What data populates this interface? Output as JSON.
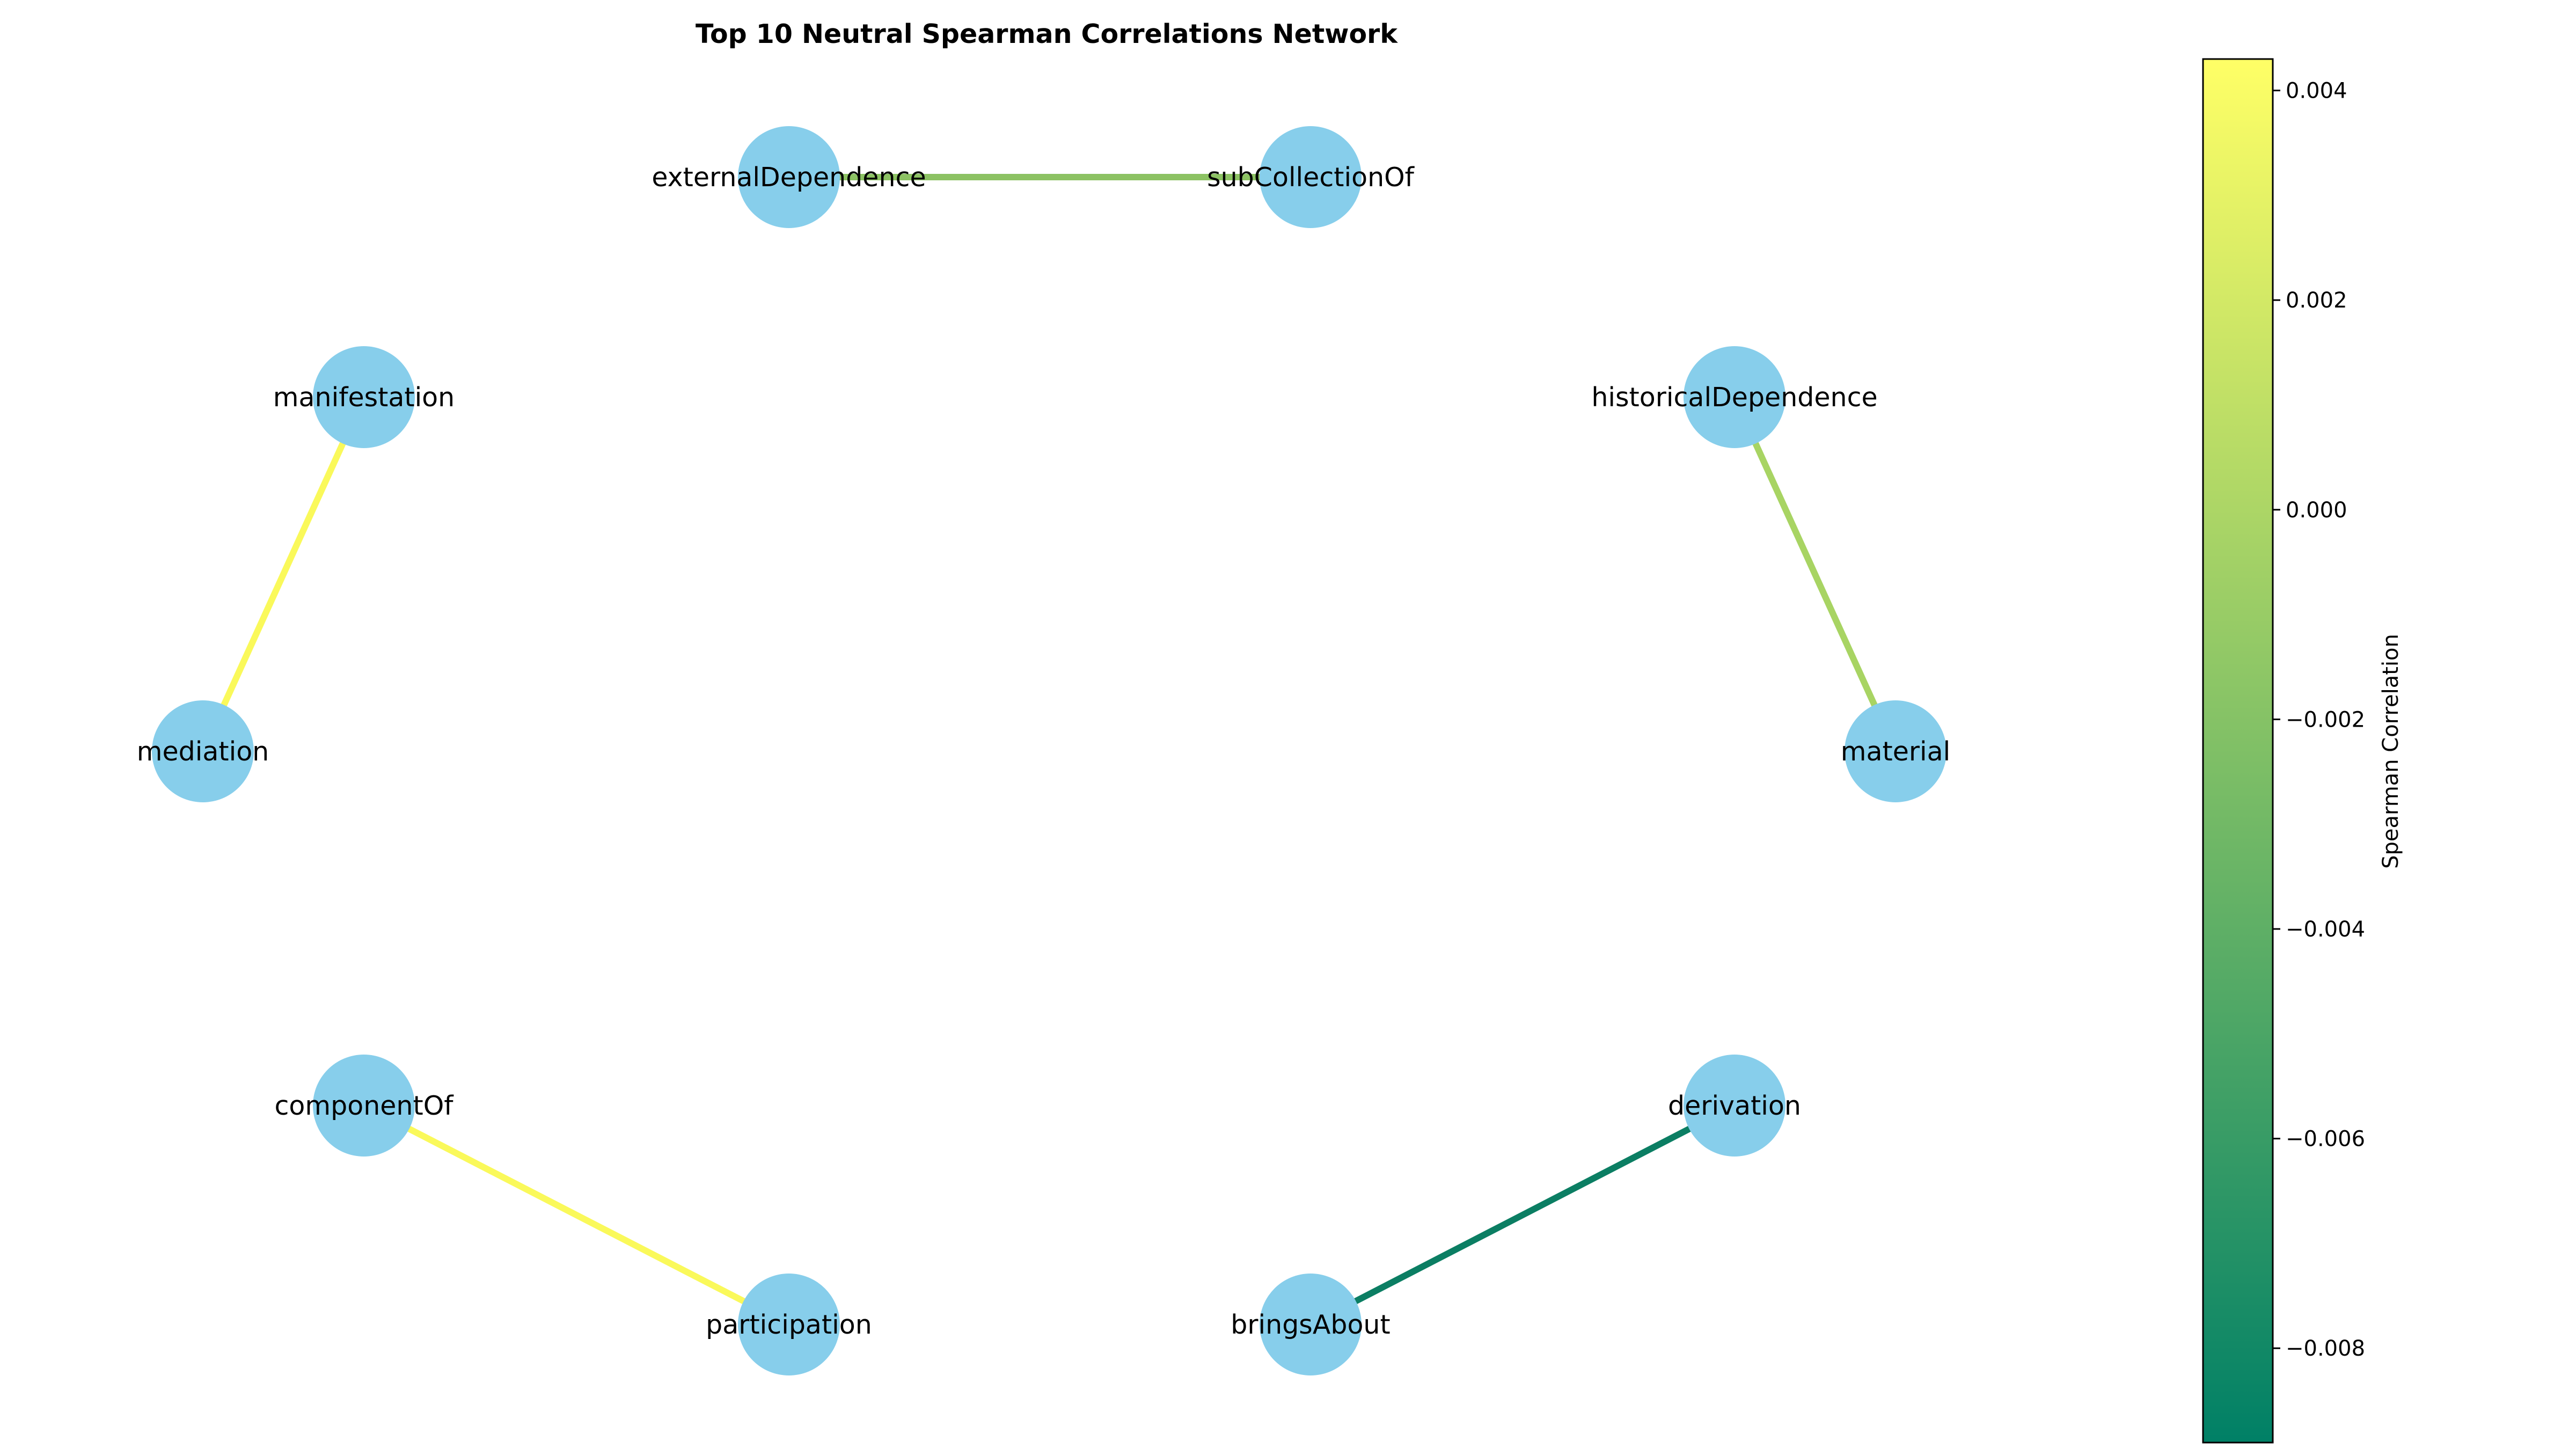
{
  "title": "Top 10 Neutral Spearman Correlations Network",
  "node_color": "#87ceeb",
  "nodes": [
    {
      "id": "externalDependence",
      "label": "externalDependence"
    },
    {
      "id": "subCollectionOf",
      "label": "subCollectionOf"
    },
    {
      "id": "manifestation",
      "label": "manifestation"
    },
    {
      "id": "historicalDependence",
      "label": "historicalDependence"
    },
    {
      "id": "mediation",
      "label": "mediation"
    },
    {
      "id": "material",
      "label": "material"
    },
    {
      "id": "componentOf",
      "label": "componentOf"
    },
    {
      "id": "derivation",
      "label": "derivation"
    },
    {
      "id": "participation",
      "label": "participation"
    },
    {
      "id": "bringsAbout",
      "label": "bringsAbout"
    }
  ],
  "edges": [
    {
      "source": "externalDependence",
      "target": "subCollectionOf",
      "value": -0.0025,
      "color": "#8cc263"
    },
    {
      "source": "manifestation",
      "target": "mediation",
      "value": 0.004,
      "color": "#faf95a"
    },
    {
      "source": "historicalDependence",
      "target": "material",
      "value": -0.0005,
      "color": "#a8d463"
    },
    {
      "source": "componentOf",
      "target": "participation",
      "value": 0.004,
      "color": "#faf95a"
    },
    {
      "source": "derivation",
      "target": "bringsAbout",
      "value": -0.0089,
      "color": "#0b7e63"
    }
  ],
  "colorbar": {
    "label": "Spearman Correlation",
    "colormap": "summer",
    "min": -0.0089,
    "max": 0.0043,
    "color_low": "#008066",
    "color_high": "#ffff66",
    "ticks": [
      {
        "value": 0.004,
        "label": "0.004"
      },
      {
        "value": 0.002,
        "label": "0.002"
      },
      {
        "value": 0.0,
        "label": "0.000"
      },
      {
        "value": -0.002,
        "label": "−0.002"
      },
      {
        "value": -0.004,
        "label": "−0.004"
      },
      {
        "value": -0.006,
        "label": "−0.006"
      },
      {
        "value": -0.008,
        "label": "−0.008"
      }
    ]
  }
}
